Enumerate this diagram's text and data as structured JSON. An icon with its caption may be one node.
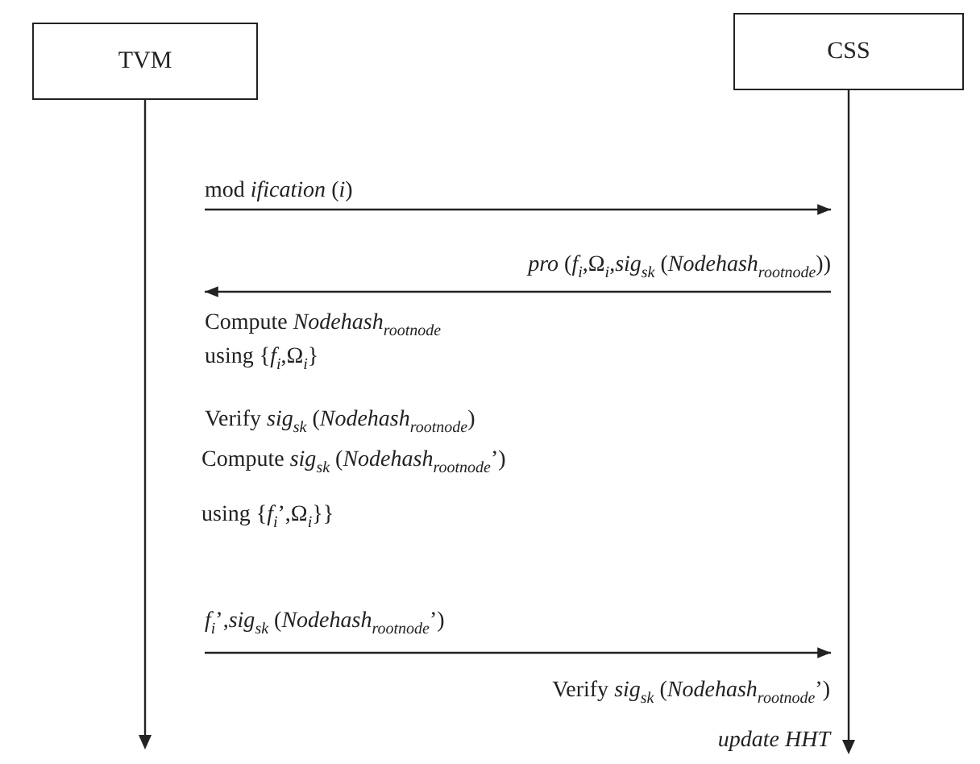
{
  "diagram": {
    "nodes": [
      {
        "text": [
          "TVM"
        ]
      },
      {
        "text": [
          "CSS"
        ]
      }
    ],
    "edges": [
      {
        "from": 0,
        "to": 1,
        "arrow": "to",
        "label": "mod *ification* (*i*)"
      },
      {
        "from": 1,
        "to": 0,
        "arrow": "to",
        "label": "*pro* (*f*$_{i}$,Ω$_{i}$,*sig*$_{sk}$ (*Nodehash*$_{rootnode}$))"
      },
      {
        "from": 0,
        "to": 1,
        "arrow": "to",
        "label": "*f*$_{i}$’,*sig*$_{sk}$ (*Nodehash*$_{rootnode}$’)"
      }
    ],
    "labels": [
      "Compute *Nodehash*$_{rootnode}$",
      "using {*f*$_{i}$,Ω$_{i}$}",
      "Verify *sig*$_{sk}$ (*Nodehash*$_{rootnode}$)",
      "Compute *sig*$_{sk}$ (*Nodehash*$_{rootnode}$’)",
      "using {*f*$_{i}$’,Ω$_{i}$}}",
      "Verify *sig*$_{sk}$ (*Nodehash*$_{rootnode}$’)",
      "update HHT"
    ]
  }
}
